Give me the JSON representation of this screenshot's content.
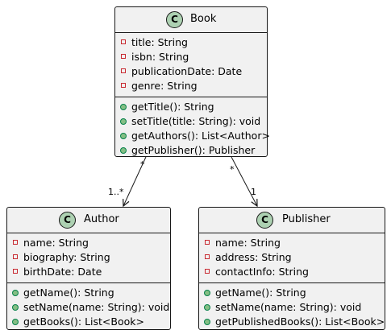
{
  "classes": {
    "book": {
      "stereotype": "C",
      "name": "Book",
      "attributes": [
        "title: String",
        "isbn: String",
        "publicationDate: Date",
        "genre: String"
      ],
      "methods": [
        "getTitle(): String",
        "setTitle(title: String): void",
        "getAuthors(): List<Author>",
        "getPublisher(): Publisher"
      ]
    },
    "author": {
      "stereotype": "C",
      "name": "Author",
      "attributes": [
        "name: String",
        "biography: String",
        "birthDate: Date"
      ],
      "methods": [
        "getName(): String",
        "setName(name: String): void",
        "getBooks(): List<Book>"
      ]
    },
    "publisher": {
      "stereotype": "C",
      "name": "Publisher",
      "attributes": [
        "name: String",
        "address: String",
        "contactInfo: String"
      ],
      "methods": [
        "getName(): String",
        "setName(name: String): void",
        "getPublishedBooks(): List<Book>"
      ]
    }
  },
  "associations": {
    "book_author": {
      "source_multiplicity": "*",
      "target_multiplicity": "1..*"
    },
    "book_publisher": {
      "source_multiplicity": "*",
      "target_multiplicity": "1"
    }
  },
  "colors": {
    "class_fill": "#f1f1f1",
    "border": "#181818",
    "badge_fill": "#add1b2",
    "private_marker": "#c82930",
    "public_marker": "#84be84"
  }
}
